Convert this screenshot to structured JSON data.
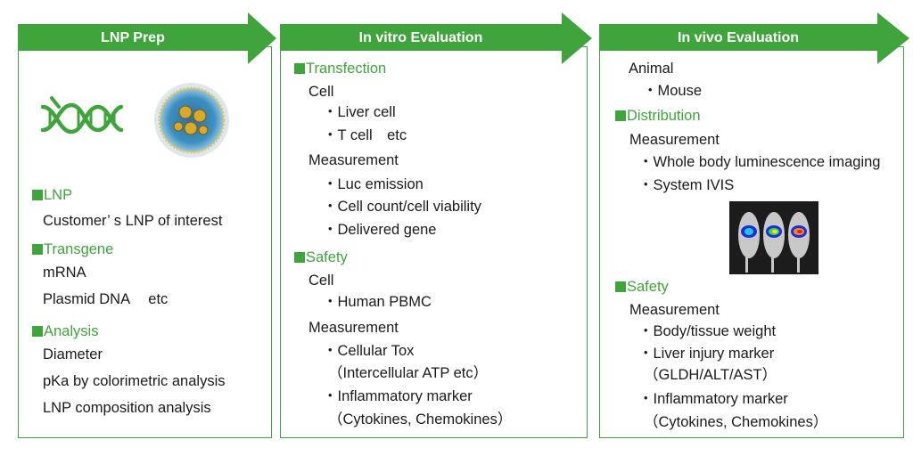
{
  "colors": {
    "accent": "#3ea43b",
    "text": "#1a1a1a"
  },
  "panels": [
    {
      "title": "LNP Prep",
      "icons": [
        "dna-icon",
        "lipid-nanoparticle-image"
      ],
      "lines": [
        {
          "kind": "section",
          "text": "LNP"
        },
        {
          "kind": "text",
          "text": "Customer’ s LNP of interest"
        },
        {
          "kind": "section",
          "text": "Transgene"
        },
        {
          "kind": "text",
          "text": "mRNA"
        },
        {
          "kind": "text",
          "text": "Plasmid DNA　 etc"
        },
        {
          "kind": "section",
          "text": "Analysis"
        },
        {
          "kind": "text",
          "text": "Diameter"
        },
        {
          "kind": "text",
          "text": "pKa by colorimetric analysis"
        },
        {
          "kind": "text",
          "text": "LNP composition analysis"
        }
      ]
    },
    {
      "title": "In vitro Evaluation",
      "lines": [
        {
          "kind": "section",
          "text": "Transfection"
        },
        {
          "kind": "text",
          "text": "Cell"
        },
        {
          "kind": "text",
          "text": "・Liver cell"
        },
        {
          "kind": "text",
          "text": "・T cell　etc"
        },
        {
          "kind": "text",
          "text": "Measurement"
        },
        {
          "kind": "text",
          "text": "・Luc emission"
        },
        {
          "kind": "text",
          "text": "・Cell count/cell viability"
        },
        {
          "kind": "text",
          "text": "・Delivered  gene"
        },
        {
          "kind": "section",
          "text": "Safety"
        },
        {
          "kind": "text",
          "text": "Cell"
        },
        {
          "kind": "text",
          "text": "・Human PBMC"
        },
        {
          "kind": "text",
          "text": "Measurement"
        },
        {
          "kind": "text",
          "text": "・Cellular Tox"
        },
        {
          "kind": "text",
          "text": "（Intercellular ATP etc）"
        },
        {
          "kind": "text",
          "text": "・Inflammatory marker"
        },
        {
          "kind": "text",
          "text": "（Cytokines, Chemokines）"
        }
      ]
    },
    {
      "title": "In vivo Evaluation",
      "icons": [
        "mouse-ivis-image"
      ],
      "lines": [
        {
          "kind": "text",
          "text": "Animal"
        },
        {
          "kind": "text",
          "text": "・Mouse"
        },
        {
          "kind": "section",
          "text": "Distribution"
        },
        {
          "kind": "text",
          "text": "Measurement"
        },
        {
          "kind": "text",
          "text": "・Whole body luminescence imaging"
        },
        {
          "kind": "text",
          "text": "・System IVIS"
        },
        {
          "kind": "section",
          "text": "Safety"
        },
        {
          "kind": "text",
          "text": "Measurement"
        },
        {
          "kind": "text",
          "text": "・Body/tissue weight"
        },
        {
          "kind": "text",
          "text": "・Liver injury marker"
        },
        {
          "kind": "text",
          "text": "（GLDH/ALT/AST）"
        },
        {
          "kind": "text",
          "text": "・Inflammatory marker"
        },
        {
          "kind": "text",
          "text": "（Cytokines, Chemokines）"
        }
      ]
    }
  ]
}
